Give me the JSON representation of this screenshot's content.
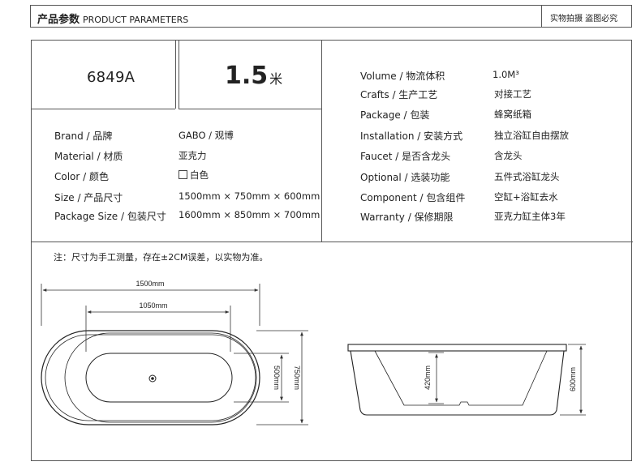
{
  "header": {
    "title_cn": "产品参数",
    "title_en": "PRODUCT PARAMETERS",
    "right_text": "实物拍摄 盗图必究"
  },
  "product": {
    "model": "6849A",
    "length_value": "1.5",
    "length_unit": "米"
  },
  "left_specs": [
    {
      "label": "Brand / 品牌",
      "value": "GABO / 观博"
    },
    {
      "label": "Material / 材质",
      "value": "亚克力"
    },
    {
      "label": "Color / 颜色",
      "value": "白色"
    },
    {
      "label": "Size / 产品尺寸",
      "value": "1500mm × 750mm × 600mm"
    },
    {
      "label": "Package Size / 包装尺寸",
      "value": "1600mm × 850mm × 700mm"
    }
  ],
  "right_specs": [
    {
      "label": "Volume / 物流体积",
      "value": "1.0M³"
    },
    {
      "label": "Crafts / 生产工艺",
      "value": "对接工艺"
    },
    {
      "label": "Package / 包装",
      "value": "蜂窝纸箱"
    },
    {
      "label": "Installation / 安装方式",
      "value": "独立浴缸自由摆放"
    },
    {
      "label": "Faucet / 是否含龙头",
      "value": "含龙头"
    },
    {
      "label": "Optional / 选装功能",
      "value": "五件式浴缸龙头"
    },
    {
      "label": "Component / 包含组件",
      "value": "空缸+浴缸去水"
    },
    {
      "label": "Warranty / 保修期限",
      "value": "亚克力缸主体3年"
    }
  ],
  "note": "注：尺寸为手工测量，存在±2CM误差，以实物为准。",
  "dimensions": {
    "outer_length": "1500mm",
    "inner_length": "1050mm",
    "inner_width": "500mm",
    "outer_width": "750mm",
    "inner_depth": "420mm",
    "outer_height": "600mm"
  }
}
